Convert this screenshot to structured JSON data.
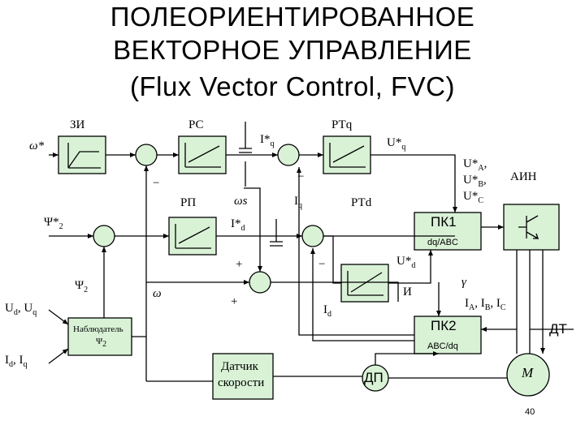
{
  "title": {
    "line1": "ПОЛЕОРИЕНТИРОВАННОЕ",
    "line2": "ВЕКТОРНОЕ УПРАВЛЕНИЕ",
    "line3": "(Flux Vector Control, FVC)"
  },
  "blocks": {
    "zi": "ЗИ",
    "rs": "РС",
    "rtq": "РТq",
    "rtd": "РТd",
    "rp": "РП",
    "pk1": "ПК1",
    "pk1_sub": "dq/ABC",
    "pk2": "ПК2",
    "pk2_sub": "ABC/dq",
    "ain": "АИН",
    "observer_line1": "Наблюдатель",
    "observer_line2": "Ψ",
    "observer_line2_sub": "2",
    "sensor_line1": "Датчик",
    "sensor_line2": "скорости",
    "dp": "ДП",
    "dt": "ДТ",
    "motor": "M",
    "integrator": "И"
  },
  "signals": {
    "omega_star": "ω*",
    "iq_star": "I*",
    "iq_star_sub": "q",
    "uq_star": "U*",
    "uq_star_sub": "q",
    "ua_star": "U*",
    "ua_star_sub": "A",
    "ub_star": "U*",
    "ub_star_sub": "B",
    "uc_star": "U*",
    "uc_star_sub": "C",
    "omega_s": "ωs",
    "iq": "I",
    "iq_sub": "q",
    "psi2_star": "Ψ*",
    "psi2_star_sub": "2",
    "id_star": "I*",
    "id_star_sub": "d",
    "ud_star": "U*",
    "ud_star_sub": "d",
    "psi2": "Ψ",
    "psi2_sub": "2",
    "omega": "ω",
    "id": "I",
    "id_sub": "d",
    "gamma": "γ",
    "ia_ib_ic": "I",
    "ud_uq": "U",
    "ud_uq_sub1": "d",
    "ud_uq_sub2": "q",
    "id_iq": "I",
    "id_iq_sub1": "d",
    "id_iq_sub2": "q",
    "minus": "−",
    "plus": "+",
    "sep": ", ",
    "sub_a": "A",
    "sub_b": "B",
    "sub_c": "C",
    "comma": ","
  },
  "page_number": "40"
}
